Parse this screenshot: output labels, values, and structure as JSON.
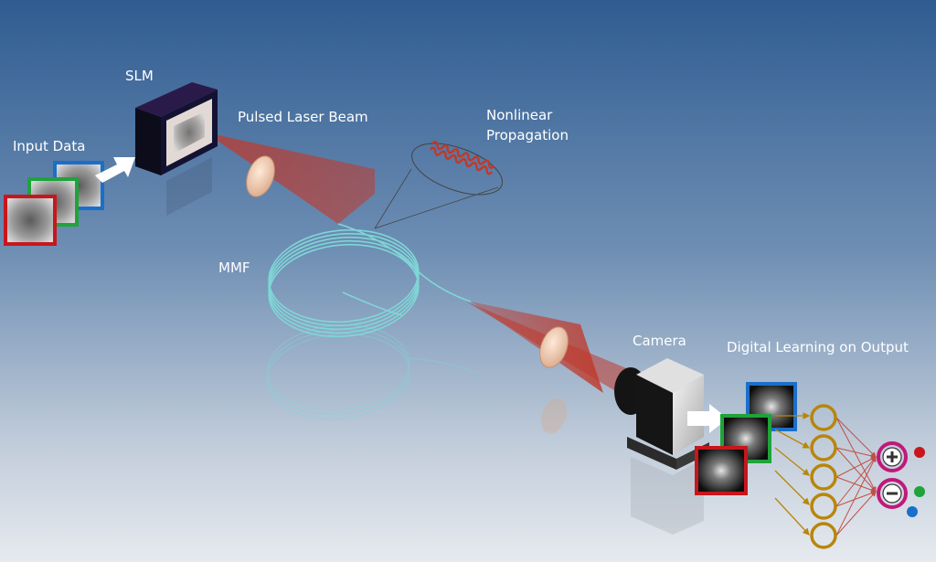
{
  "labels": {
    "slm": "SLM",
    "input_data": "Input Data",
    "pulsed_laser_beam": "Pulsed Laser Beam",
    "nonlinear": "Nonlinear",
    "propagation": "Propagation",
    "mmf": "MMF",
    "camera": "Camera",
    "digital_learning": "Digital Learning on Output"
  },
  "colors": {
    "frame_red": "#c8161d",
    "frame_green": "#1fa33a",
    "frame_blue": "#1a6fc9",
    "neuron_gold": "#b8860b",
    "output_magenta": "#c2187a",
    "fiber_cyan": "#7fd6d6",
    "beam_red": "#c0392b"
  },
  "icons": {
    "output_plus": "plus-icon",
    "output_minus": "minus-icon"
  }
}
